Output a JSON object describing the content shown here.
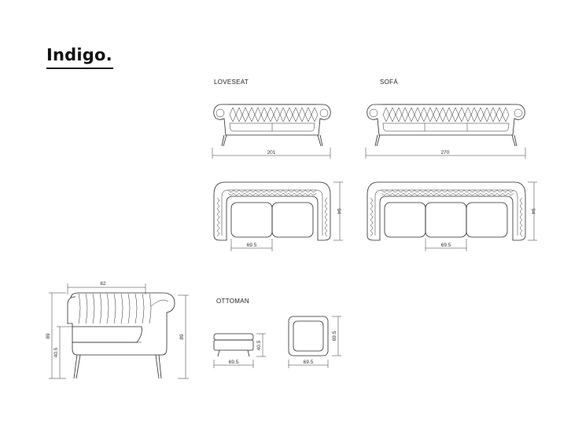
{
  "brand": {
    "name": "Indigo."
  },
  "sections": {
    "loveseat": {
      "label": "LOVESEAT",
      "width": "201",
      "seat_width": "69.5",
      "depth": "94"
    },
    "sofa": {
      "label": "SOFÁ",
      "width": "270",
      "seat_width": "69.5",
      "depth": "94"
    },
    "armchair": {
      "width": "62",
      "height": "89",
      "seat_height": "40.5",
      "side_height": "89"
    },
    "ottoman": {
      "label": "OTTOMAN",
      "front_width": "69.5",
      "front_height": "40.5",
      "top_width": "69.5",
      "top_depth": "69.5"
    }
  }
}
